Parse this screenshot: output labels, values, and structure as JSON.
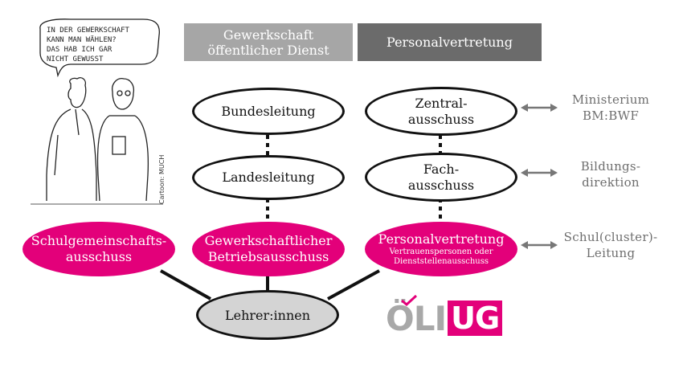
{
  "headers": {
    "gewerkschaft": "Gewerkschaft\nöffentlicher Dienst",
    "personalvertretung": "Personalvertretung"
  },
  "left_column": {
    "bundesleitung": "Bundesleitung",
    "landesleitung": "Landesleitung",
    "betriebsausschuss": "Gewerkschaftlicher\nBetriebsausschuss"
  },
  "middle_column": {
    "zentralausschuss": "Zentral-\nausschuss",
    "fachausschuss": "Fach-\nausschuss",
    "personalvertretung_title": "Personalvertretung",
    "personalvertretung_sub": "Vertrauenspersonen oder\nDienststellenausschuss"
  },
  "schulgemeinschaft": "Schulgemeinschafts-\nausschuss",
  "lehrer": "Lehrer:innen",
  "side_labels": {
    "ministerium": "Ministerium\nBM:BWF",
    "bildungsdirektion": "Bildungs-\ndirektion",
    "schulleitung": "Schul(cluster)-\nLeitung"
  },
  "cartoon": {
    "speech": [
      "IN DER GEWERKSCHAFT",
      "KANN MAN WÄHLEN?",
      "DAS HAB ICH GAR",
      "NICHT GEWUSST"
    ],
    "credit": "Cartoon: MUCH"
  },
  "logo": {
    "left": "ÖLI",
    "right": "UG"
  },
  "colors": {
    "pink": "#e3007a",
    "header_light": "#a6a6a6",
    "header_dark": "#6b6b6b",
    "side_text": "#6e6e6e"
  }
}
